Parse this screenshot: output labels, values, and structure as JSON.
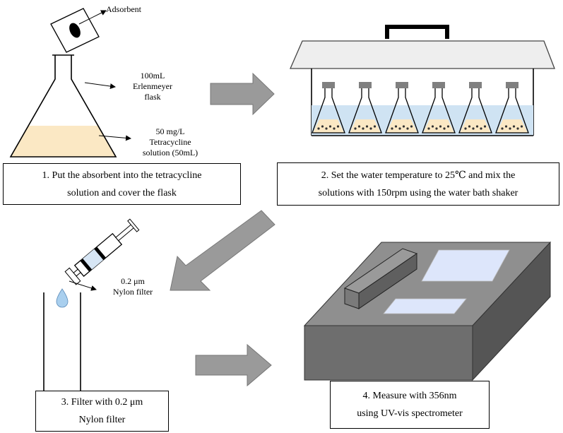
{
  "labels": {
    "adsorbent": "Adsorbent",
    "flask_size": "100mL",
    "flask_name_1": "Erlenmeyer",
    "flask_name_2": "flask",
    "concentration": "50 mg/L",
    "solution_name": "Tetracycline",
    "solution_volume": "solution (50mL)",
    "filter_size": "0.2 μm",
    "filter_type": "Nylon filter"
  },
  "steps": [
    {
      "line1": "1. Put the absorbent into the tetracycline",
      "line2": "solution  and cover the flask"
    },
    {
      "line1": "2. Set the water temperature  to 25℃ and mix  the",
      "line2": "solutions  with  150rpm  using  the water bath shaker"
    },
    {
      "line1": "3. Filter  with  0.2  μm",
      "line2": "Nylon filter"
    },
    {
      "line1": "4. Measure with 356nm",
      "line2": "using  UV-vis spectrometer"
    }
  ],
  "colors": {
    "solution": "#fbe8c4",
    "water": "#cfe3f3",
    "arrow": "#9a9a9a",
    "lid": "#eeeeee",
    "cap": "#808080",
    "device_top": "#8f8f8f",
    "device_front": "#6e6e6e",
    "device_side": "#555555",
    "screen": "#dde6fb",
    "droplet": "#a9cfee"
  }
}
